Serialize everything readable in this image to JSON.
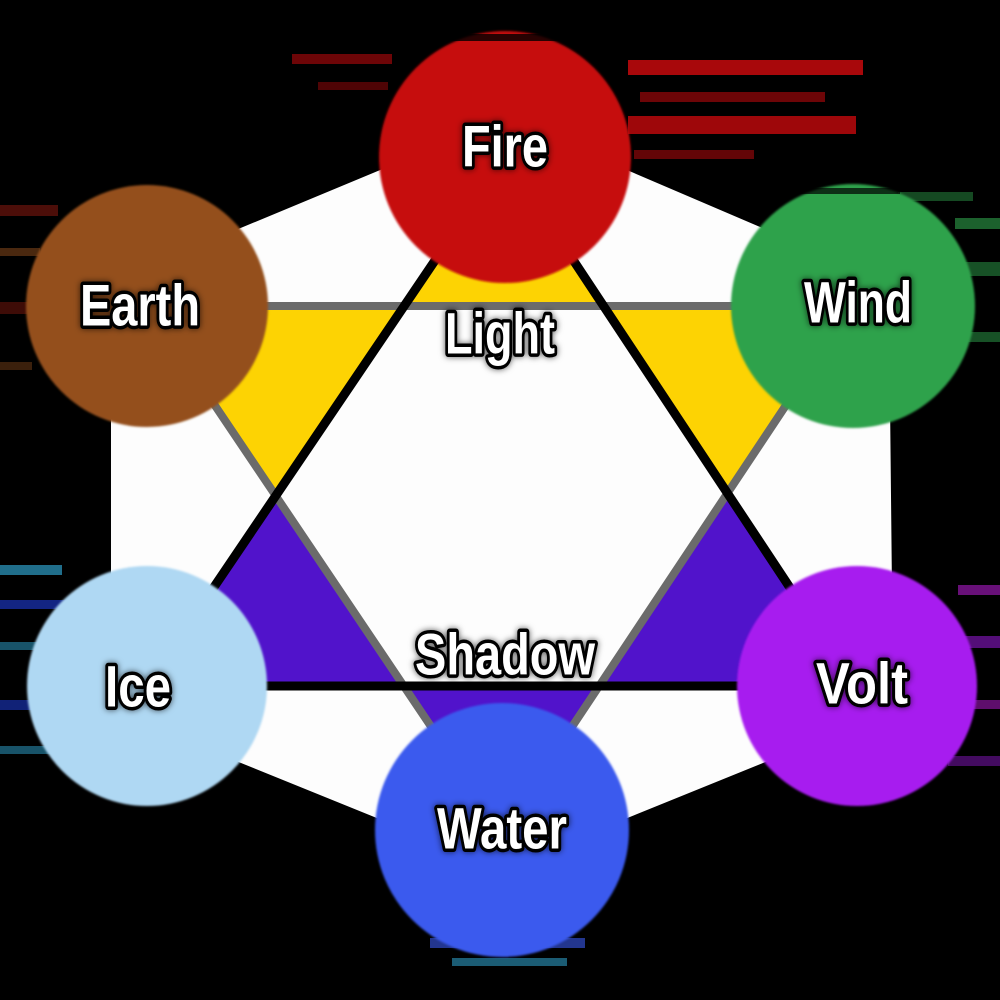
{
  "figure": {
    "description": "Elemental affinity wheel: six element nodes arranged in a hexagram of Light and Shadow triangles",
    "background_color": "#000000",
    "hull_color": "#fdfdfd"
  },
  "triangles": {
    "light": {
      "label": "Light",
      "fill": "#FDD303",
      "stroke": "#000000"
    },
    "shadow": {
      "label": "Shadow",
      "fill": "#5113CB",
      "stroke": "#6B6B6B"
    }
  },
  "elements": [
    {
      "label": "Fire",
      "color": "#C6090D",
      "position": "top"
    },
    {
      "label": "Wind",
      "color": "#2EA24B",
      "position": "top-right"
    },
    {
      "label": "Volt",
      "color": "#A71BEF",
      "position": "bottom-right"
    },
    {
      "label": "Water",
      "color": "#3B5AEE",
      "position": "bottom"
    },
    {
      "label": "Ice",
      "color": "#AFD8F3",
      "position": "bottom-left"
    },
    {
      "label": "Earth",
      "color": "#94501D",
      "position": "top-left"
    }
  ],
  "text_style": {
    "fill": "#ffffff",
    "outline": "#000000"
  }
}
